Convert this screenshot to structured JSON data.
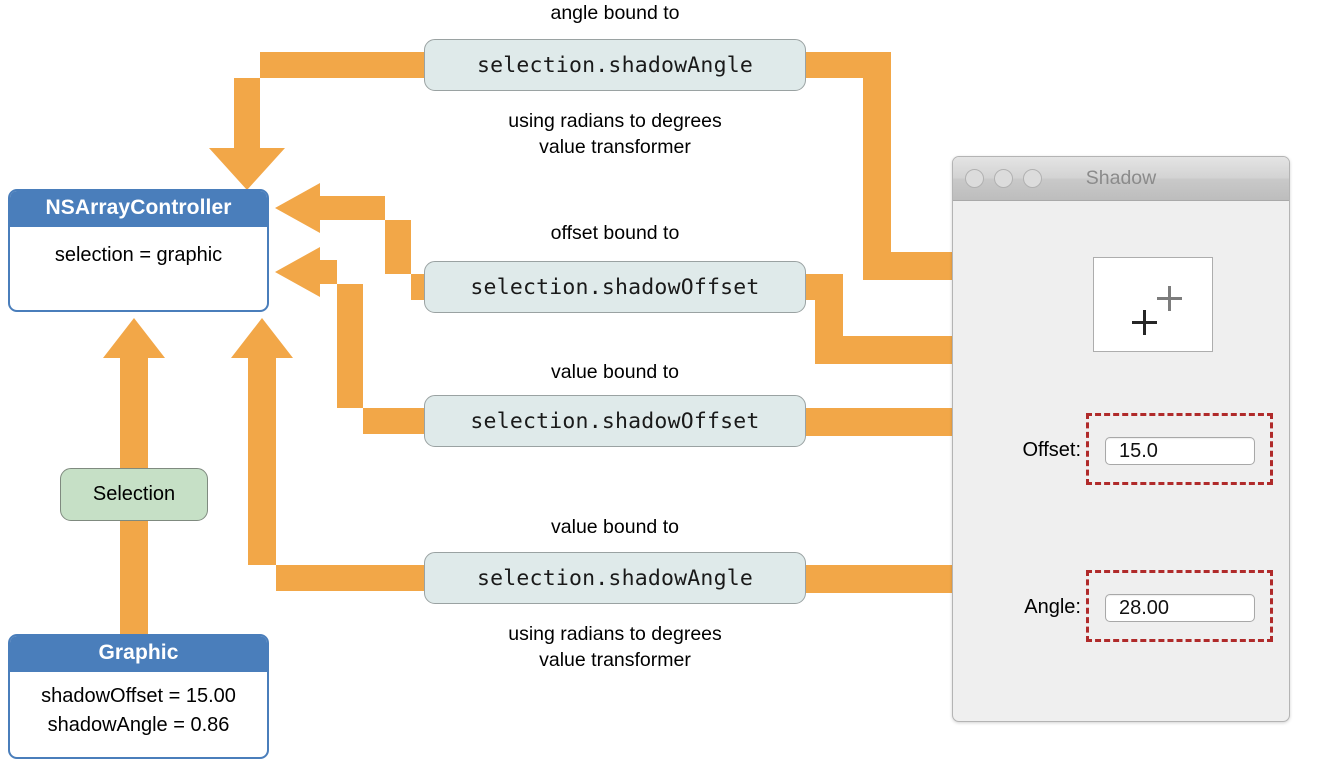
{
  "diagram": {
    "title": "Cocoa bindings diagram: NSArrayController selection bound to Shadow window controls",
    "accent_arrow_color": "#f2a748",
    "object_header_color": "#4a7ebb",
    "keypath_box_color": "#dfeaea",
    "selection_box_color": "#c6e0c6",
    "highlight_color": "#b02a2a"
  },
  "controller": {
    "title": "NSArrayController",
    "body": "selection = graphic"
  },
  "model": {
    "title": "Graphic",
    "line1": "shadowOffset = 15.00",
    "line2": "shadowAngle = 0.86"
  },
  "selection_tag": {
    "label": "Selection"
  },
  "bindings": [
    {
      "id": "angle-shadow-view",
      "caption_above": "angle bound to",
      "keypath": "selection.shadowAngle",
      "caption_below": "using radians to degrees\nvalue transformer"
    },
    {
      "id": "offset-shadow-view",
      "caption_above": "offset bound to",
      "keypath": "selection.shadowOffset",
      "caption_below": ""
    },
    {
      "id": "offset-text-field",
      "caption_above": "value bound to",
      "keypath": "selection.shadowOffset",
      "caption_below": ""
    },
    {
      "id": "angle-text-field",
      "caption_above": "value bound to",
      "keypath": "selection.shadowAngle",
      "caption_below": "using radians to degrees\nvalue transformer"
    }
  ],
  "window": {
    "title": "Shadow",
    "traffic_lights": [
      "close-button",
      "minimize-button",
      "zoom-button"
    ],
    "preview": {
      "name": "shadow-preview-view",
      "main_marker": "+",
      "shadow_marker": "+"
    },
    "fields": [
      {
        "label": "Offset:",
        "value": "15.0",
        "name": "offset-field"
      },
      {
        "label": "Angle:",
        "value": "28.00",
        "name": "angle-field"
      }
    ]
  }
}
